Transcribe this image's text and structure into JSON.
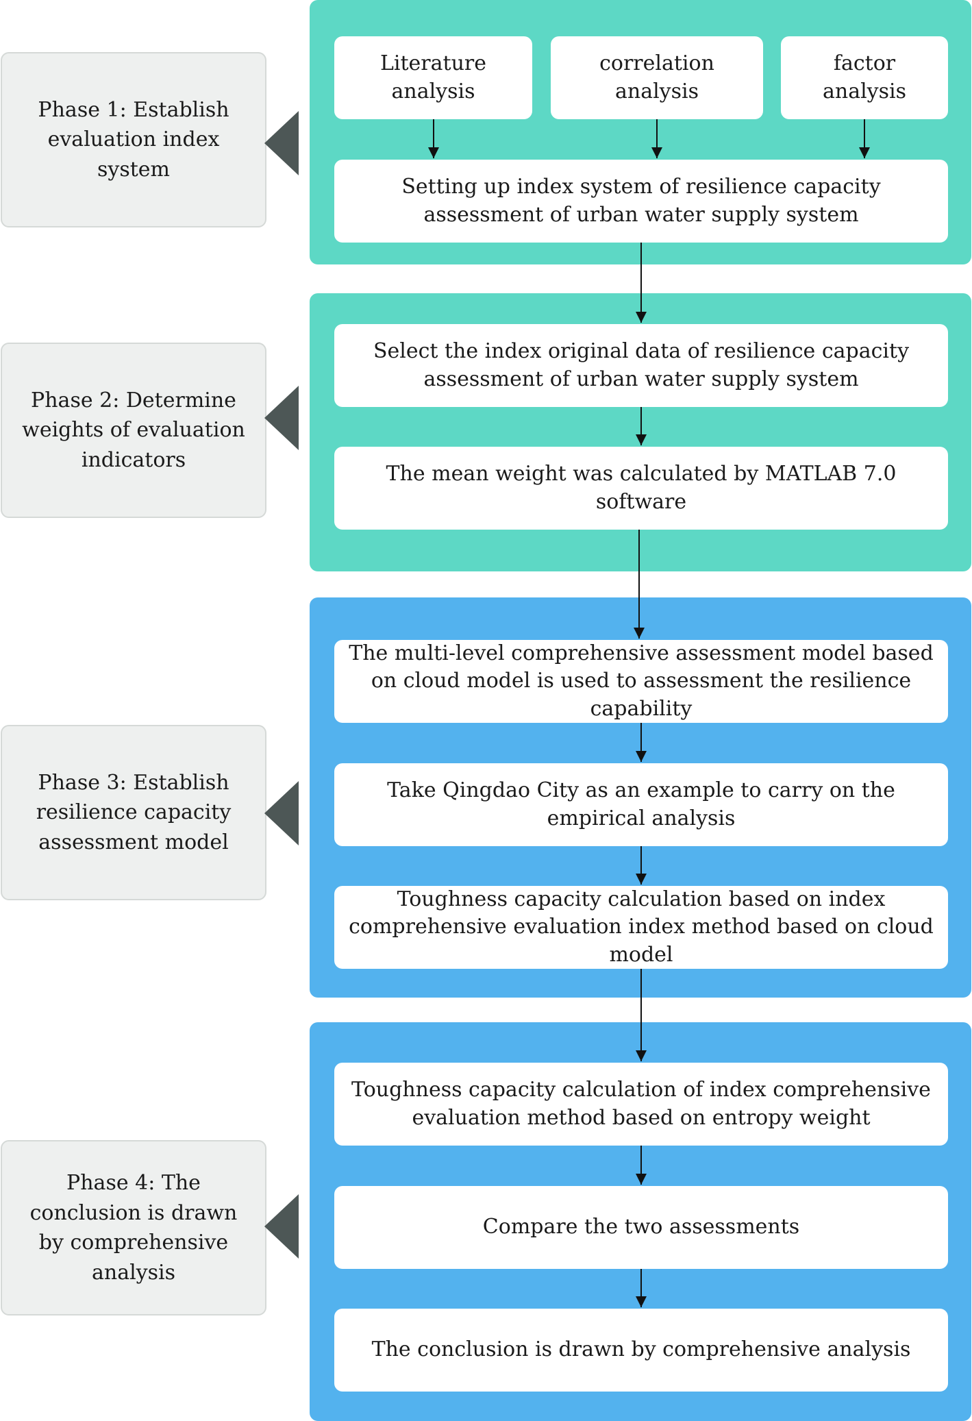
{
  "phases": [
    {
      "label": "Phase 1: Establish evaluation index system"
    },
    {
      "label": "Phase 2: Determine weights of evaluation indicators"
    },
    {
      "label": "Phase 3: Establish resilience capacity assessment  model"
    },
    {
      "label": "Phase 4: The conclusion is drawn by comprehensive analysis"
    }
  ],
  "phase1": {
    "methods": [
      "Literature analysis",
      "correlation analysis",
      "factor analysis"
    ],
    "setup": "Setting up index system of resilience capacity assessment of urban water supply system"
  },
  "phase2": {
    "select_data": "Select the index original data of resilience capacity assessment of urban water supply system",
    "mean_weight": "The mean weight was calculated by MATLAB 7.0 software"
  },
  "phase3": {
    "cloud_model": "The multi-level comprehensive assessment model based on cloud model is used to assessment the resilience capability",
    "qingdao": "Take Qingdao City as an example to carry on the empirical analysis",
    "toughness_cloud": "Toughness capacity calculation based on index comprehensive evaluation index method based on cloud model"
  },
  "phase4": {
    "toughness_entropy": "Toughness capacity calculation of index comprehensive evaluation method based on entropy weight",
    "compare": "Compare the two assessments",
    "conclusion": "The conclusion is drawn by comprehensive analysis"
  },
  "colors": {
    "green_panel": "#5dd8c5",
    "blue_panel": "#53b2ee",
    "label_bg": "#eef0ef",
    "pointer": "#4d5756"
  }
}
